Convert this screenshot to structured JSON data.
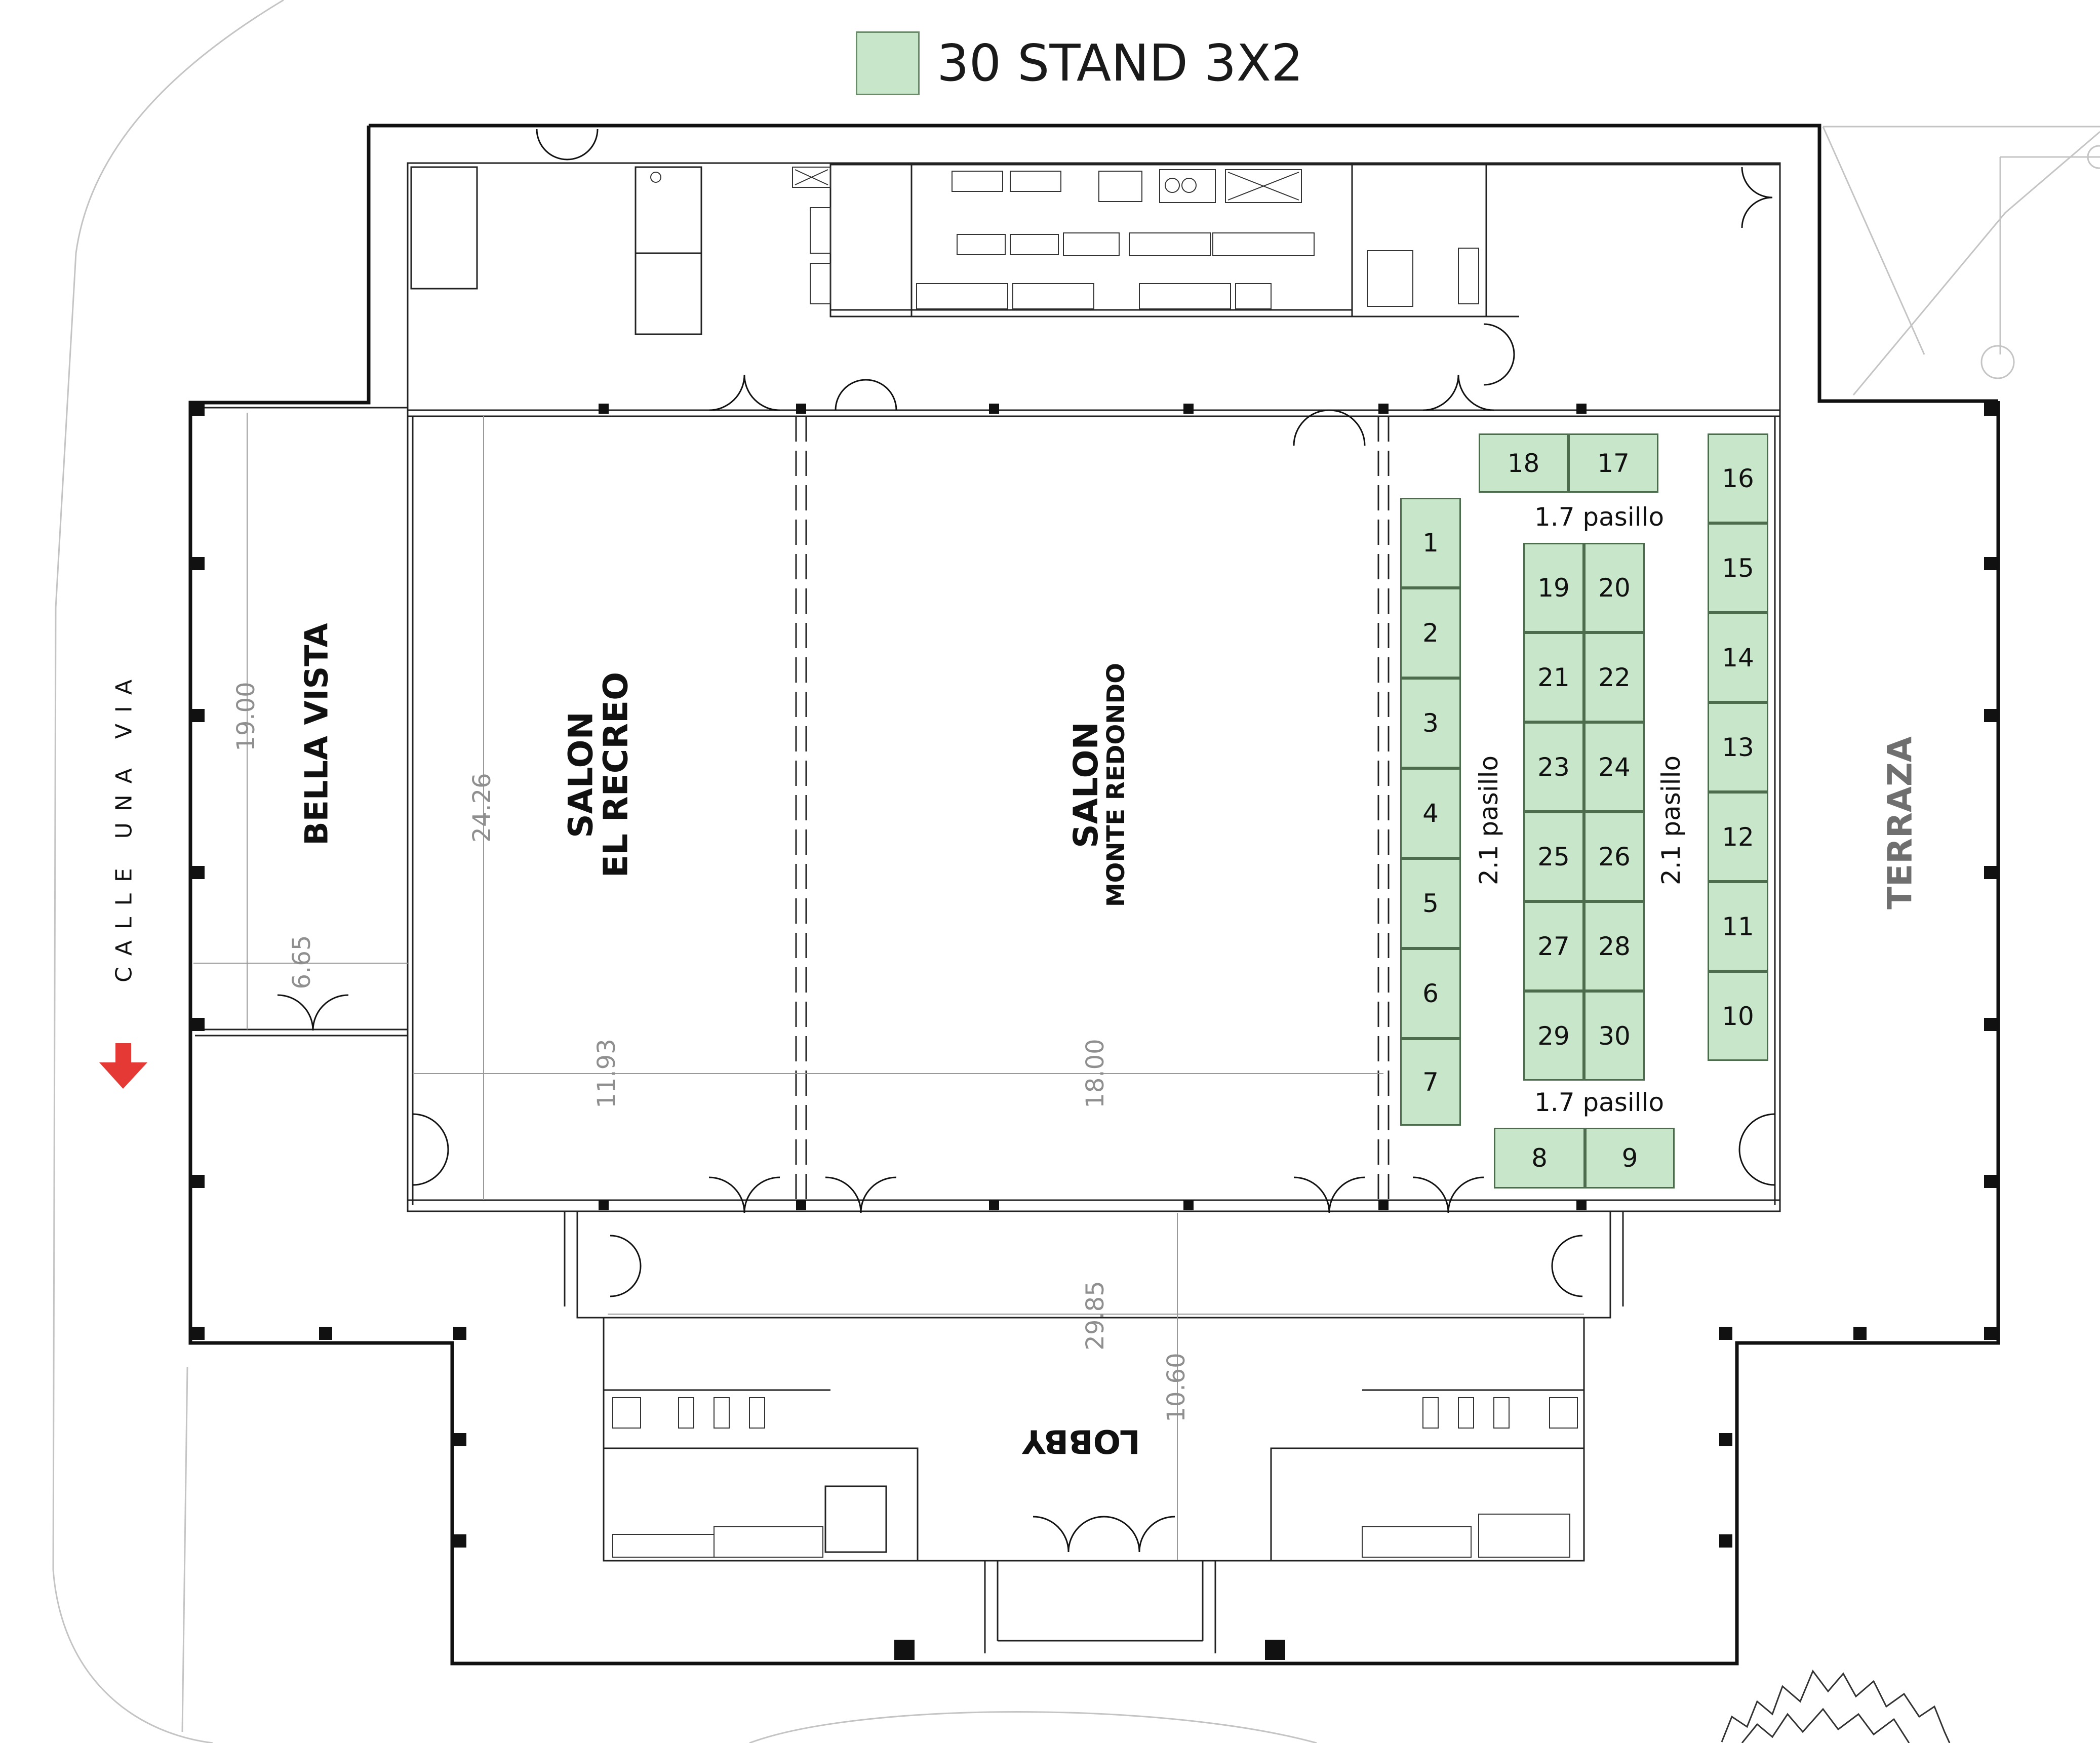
{
  "legend": {
    "swatch_color": "#c8e6c9",
    "text": "30 STAND 3X2"
  },
  "rooms": {
    "bella_vista": "BELLA VISTA",
    "salon_recreo_1": "SALON",
    "salon_recreo_2": "EL RECREO",
    "salon_monte_1": "SALON",
    "salon_monte_2": "MONTE REDONDO",
    "terraza": "TERRAZA",
    "lobby": "LOBBY"
  },
  "street": "CALLE UNA VIA",
  "dimensions": {
    "d1900": "19.00",
    "d2426": "24.26",
    "d665": "6.65",
    "d1193": "11.93",
    "d1800": "18.00",
    "d2985": "29.85",
    "d1060": "10.60"
  },
  "aisles": {
    "top": "1.7 pasillo",
    "bottom": "1.7 pasillo",
    "left": "2.1 pasillo",
    "right": "2.1 pasillo"
  },
  "stands": [
    "1",
    "2",
    "3",
    "4",
    "5",
    "6",
    "7",
    "8",
    "9",
    "10",
    "11",
    "12",
    "13",
    "14",
    "15",
    "16",
    "17",
    "18",
    "19",
    "20",
    "21",
    "22",
    "23",
    "24",
    "25",
    "26",
    "27",
    "28",
    "29",
    "30"
  ]
}
